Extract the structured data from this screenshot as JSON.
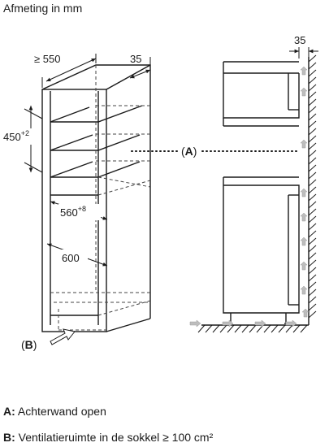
{
  "title": "Afmeting in mm",
  "dimensions": {
    "depth": "≥ 550",
    "side_gap_left": "35",
    "niche_height": "450",
    "niche_height_tol": "+2",
    "niche_width": "560",
    "niche_width_tol": "+8",
    "cabinet_width": "600",
    "side_gap_right": "35"
  },
  "markers": {
    "a_open": "(",
    "a_letter": "A",
    "a_close": ")",
    "b_open": "(",
    "b_letter": "B",
    "b_close": ")"
  },
  "legend": {
    "a_key": "A:",
    "a_text": "Achterwand open",
    "b_key": "B:",
    "b_text": "Ventilatieruimte in de sokkel ≥ 100 cm²"
  },
  "colors": {
    "line": "#1a1a1a",
    "dashed": "#444444",
    "arrow_grey": "#bdbdbd"
  }
}
